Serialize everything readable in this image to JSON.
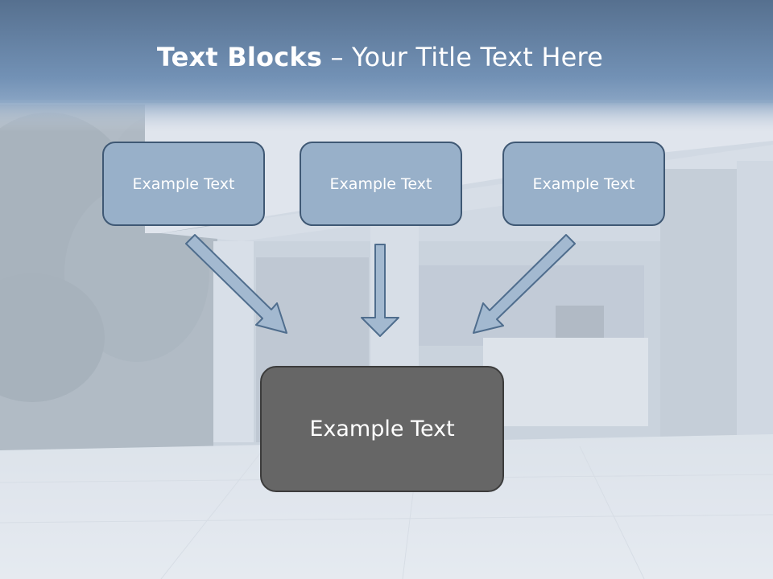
{
  "title": {
    "bold": "Text Blocks",
    "rest": " – Your Title Text Here"
  },
  "boxes": {
    "left": "Example Text",
    "center": "Example Text",
    "right": "Example Text",
    "bottom": "Example Text"
  },
  "colors": {
    "header": "#6f8eb2",
    "box_fill": "#98b0c9",
    "box_border": "#3f5874",
    "arrow_fill": "#a3b9d0",
    "arrow_stroke": "#4f6d8d",
    "bottom_fill": "#666666"
  }
}
